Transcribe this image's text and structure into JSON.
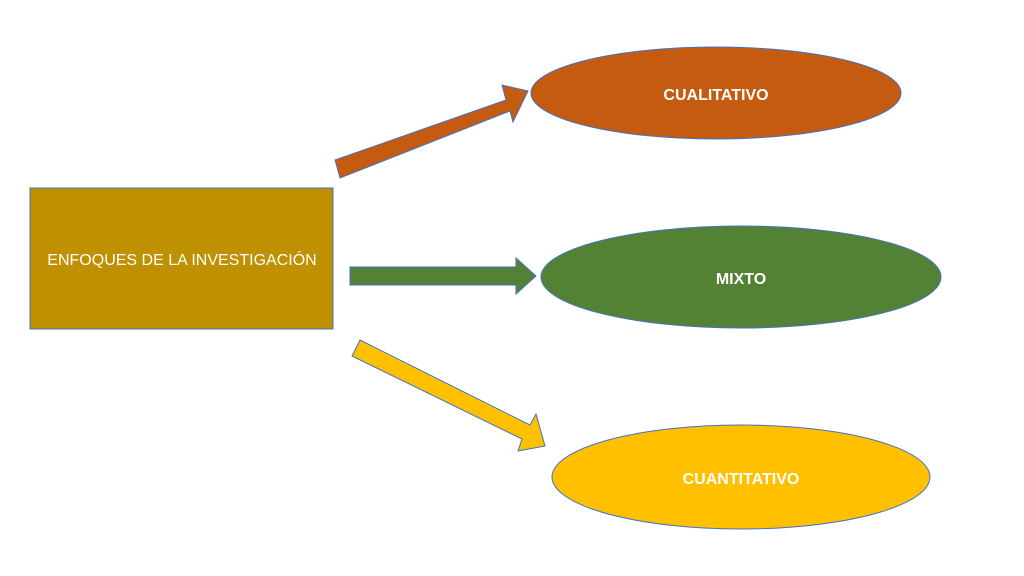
{
  "diagram": {
    "root": {
      "label": "ENFOQUES DE LA INVESTIGACIÓN",
      "color": "#BF9000"
    },
    "branches": [
      {
        "label": "CUALITATIVO",
        "color": "#C55A11"
      },
      {
        "label": "MIXTO",
        "color": "#548235"
      },
      {
        "label": "CUANTITATIVO",
        "color": "#FFC000"
      }
    ],
    "outline_color": "#4472C4"
  }
}
